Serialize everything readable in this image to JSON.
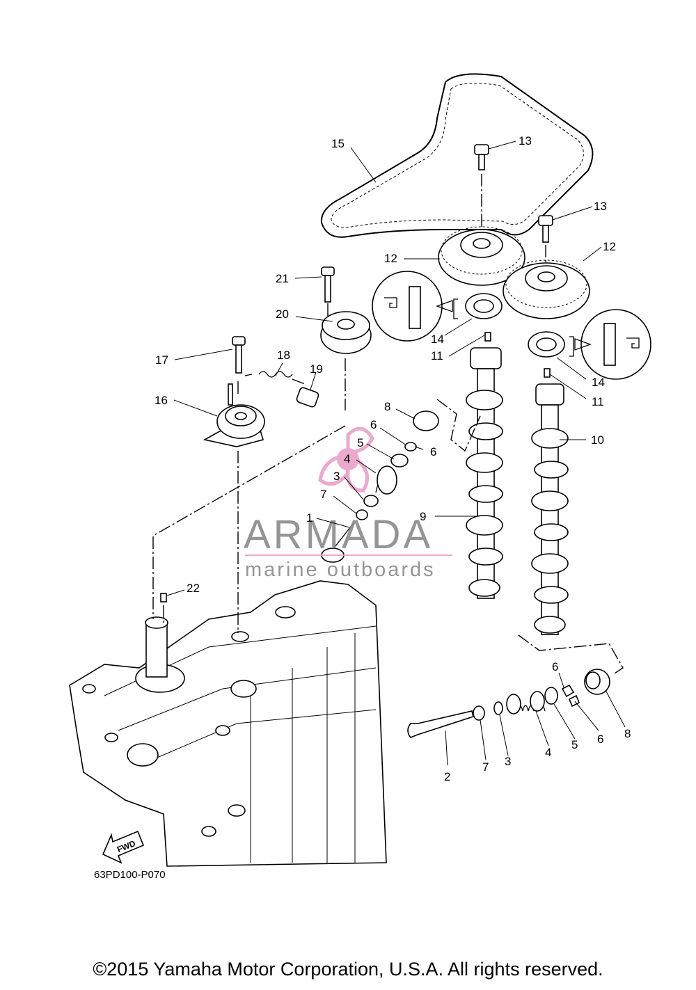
{
  "diagram": {
    "drawing_code": "63PD100-P070",
    "fwd_arrow_label": "FWD",
    "callouts": [
      {
        "id": "c15",
        "number": "15"
      },
      {
        "id": "c13a",
        "number": "13"
      },
      {
        "id": "c13b",
        "number": "13"
      },
      {
        "id": "c12a",
        "number": "12"
      },
      {
        "id": "c12b",
        "number": "12"
      },
      {
        "id": "c21",
        "number": "21"
      },
      {
        "id": "c20",
        "number": "20"
      },
      {
        "id": "c14a",
        "number": "14"
      },
      {
        "id": "c14b",
        "number": "14"
      },
      {
        "id": "c11a",
        "number": "11"
      },
      {
        "id": "c11b",
        "number": "11"
      },
      {
        "id": "c17",
        "number": "17"
      },
      {
        "id": "c18",
        "number": "18"
      },
      {
        "id": "c19",
        "number": "19"
      },
      {
        "id": "c16",
        "number": "16"
      },
      {
        "id": "c8a",
        "number": "8"
      },
      {
        "id": "c6a",
        "number": "6"
      },
      {
        "id": "c6b",
        "number": "6"
      },
      {
        "id": "c5a",
        "number": "5"
      },
      {
        "id": "c4a",
        "number": "4"
      },
      {
        "id": "c3a",
        "number": "3"
      },
      {
        "id": "c7a",
        "number": "7"
      },
      {
        "id": "c1",
        "number": "1"
      },
      {
        "id": "c10",
        "number": "10"
      },
      {
        "id": "c9",
        "number": "9"
      },
      {
        "id": "c22",
        "number": "22"
      },
      {
        "id": "c6c",
        "number": "6"
      },
      {
        "id": "c6d",
        "number": "6"
      },
      {
        "id": "c8b",
        "number": "8"
      },
      {
        "id": "c5b",
        "number": "5"
      },
      {
        "id": "c4b",
        "number": "4"
      },
      {
        "id": "c3b",
        "number": "3"
      },
      {
        "id": "c7b",
        "number": "7"
      },
      {
        "id": "c2",
        "number": "2"
      }
    ]
  },
  "watermark": {
    "brand": "ARMADA",
    "tagline": "marine outboards",
    "accent_color": "#e8a0c8",
    "text_color": "#8a8a8a"
  },
  "footer": {
    "copyright": "©2015 Yamaha Motor Corporation, U.S.A. All rights reserved."
  }
}
